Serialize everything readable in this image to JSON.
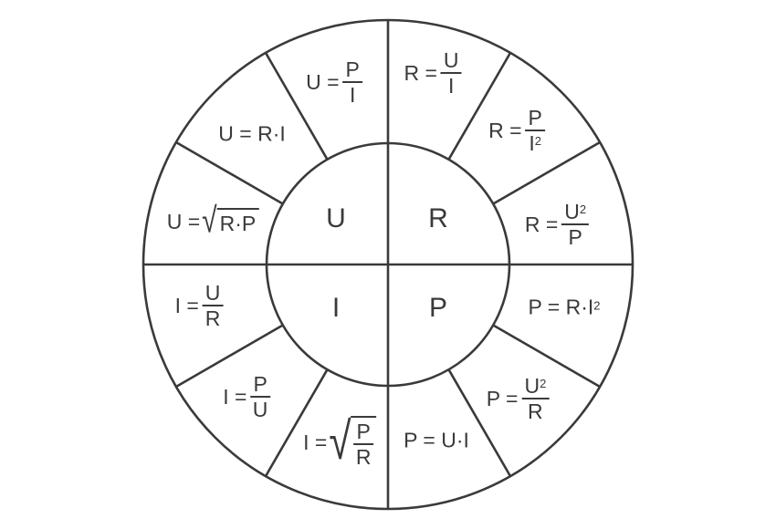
{
  "colors": {
    "stroke": "#3a3a3a",
    "background": "#ffffff"
  },
  "quadrants": {
    "u": "U",
    "r": "R",
    "i": "I",
    "p": "P"
  },
  "formulas": {
    "u_p_i": {
      "lhs": "U =",
      "num": "P",
      "den": "I"
    },
    "r_u_i": {
      "lhs": "R =",
      "num": "U",
      "den": "I"
    },
    "r_p_i2": {
      "lhs": "R =",
      "num": "P",
      "den": "I",
      "den_sup": "2"
    },
    "u_ri": {
      "text": "U = R·I"
    },
    "u_sqrt_rp": {
      "lhs": "U =",
      "radicand": "R·P"
    },
    "r_u2_p": {
      "lhs": "R =",
      "num": "U",
      "num_sup": "2",
      "den": "P"
    },
    "i_u_r": {
      "lhs": "I =",
      "num": "U",
      "den": "R"
    },
    "p_ri2": {
      "text": "P = R·I",
      "sup": "2"
    },
    "i_p_u": {
      "lhs": "I =",
      "num": "P",
      "den": "U"
    },
    "p_u2_r": {
      "lhs": "P =",
      "num": "U",
      "num_sup": "2",
      "den": "R"
    },
    "i_sqrt_pr": {
      "lhs": "I =",
      "num": "P",
      "den": "R"
    },
    "p_ui": {
      "text": "P = U·I"
    }
  }
}
